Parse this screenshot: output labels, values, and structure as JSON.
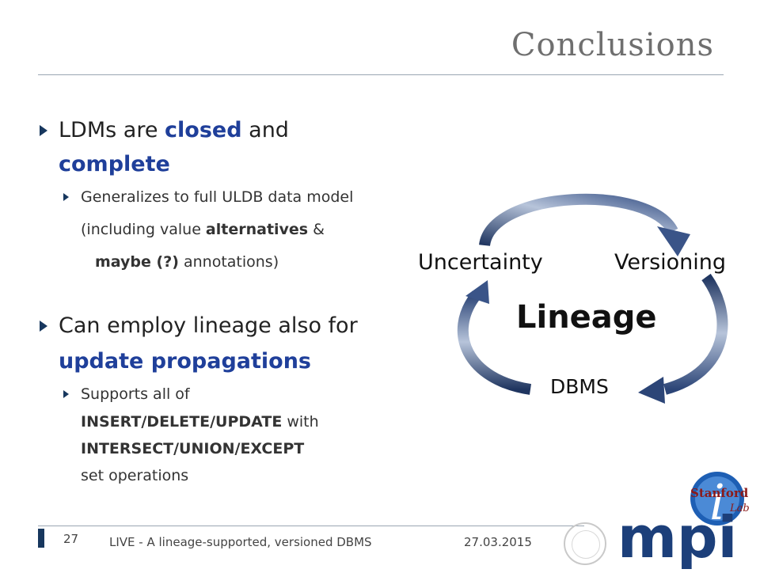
{
  "slide": {
    "title": "Conclusions",
    "bullets": [
      {
        "prefix": "LDMs are ",
        "em1": "closed",
        "mid": " and",
        "em2": "complete",
        "sub": {
          "line1": "Generalizes to full ULDB data model",
          "line2_pre": "(including value ",
          "line2_bold": "alternatives",
          "line2_post": " &",
          "line3_bold": "maybe (?)",
          "line3_post": " annotations)"
        }
      },
      {
        "line1": "Can employ lineage also for",
        "em": "update propagations",
        "sub": {
          "line1": "Supports all of",
          "line2_bold": "INSERT/DELETE/UPDATE",
          "line2_post": " with",
          "line3_bold": "INTERSECT/UNION/EXCEPT",
          "line4": "set operations"
        }
      }
    ]
  },
  "diagram": {
    "left_label": "Uncertainty",
    "right_label": "Versioning",
    "center_label": "Lineage",
    "bottom_label": "DBMS"
  },
  "footer": {
    "page_number": "27",
    "text": "LIVE - A lineage-supported, versioned DBMS",
    "date": "27.03.2015"
  },
  "logos": {
    "mpi_text": "mpi",
    "stanford_line1": "Stanford",
    "stanford_line2": "Lab",
    "stanford_letter": "i"
  },
  "colors": {
    "accent_blue": "#1f3f9a",
    "bullet_navy": "#17375e",
    "arrow_gradient_dark": "#1f3560",
    "arrow_gradient_light": "#b7c4da"
  }
}
